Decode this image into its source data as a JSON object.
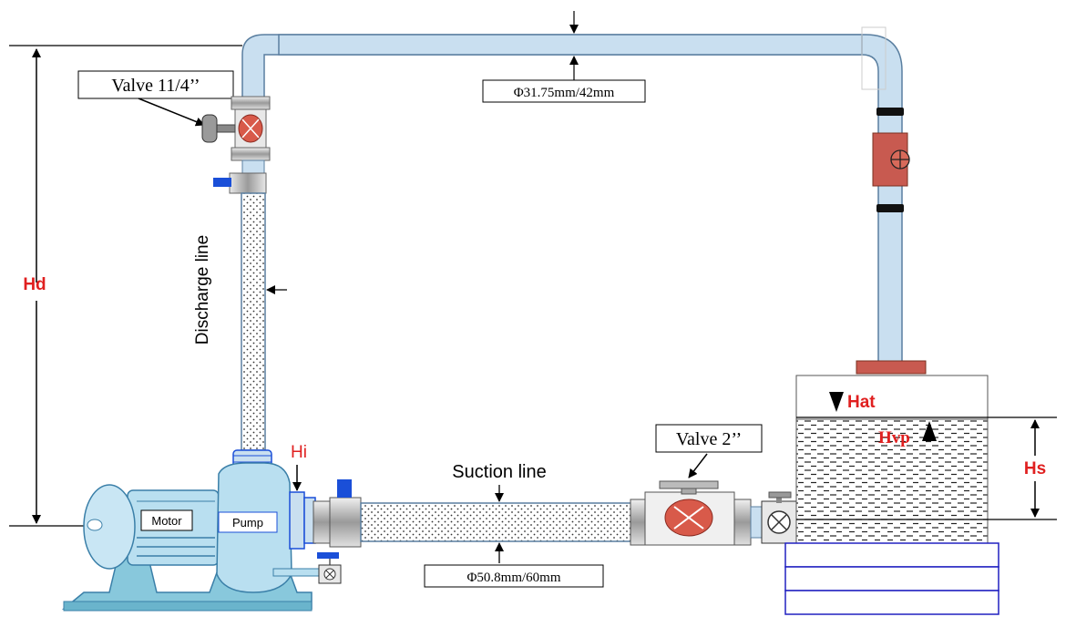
{
  "labels": {
    "valve_quarter": "Valve 11/4’’",
    "discharge_pipe_dim": "Φ31.75mm/42mm",
    "discharge_line": "Discharge line",
    "suction_line": "Suction line",
    "suction_pipe_dim": "Φ50.8mm/60mm",
    "valve_two_inch": "Valve 2’’",
    "motor": "Motor",
    "pump": "Pump",
    "hd": "Hd",
    "hi": "Hi",
    "hat": "Hat",
    "hvp": "Hvp",
    "hs": "Hs"
  },
  "colors": {
    "pipe_fill": "#c9dff0",
    "pipe_stroke": "#5a7fa0",
    "machine_fill": "#b9dff0",
    "machine_stroke": "#3a7fa8",
    "base_fill": "#88c8dc",
    "valve_red": "#d85a4a",
    "head_label_red": "#e02020",
    "handle_blue": "#1a4fd8",
    "tank_stand_stroke": "#2020c0"
  }
}
